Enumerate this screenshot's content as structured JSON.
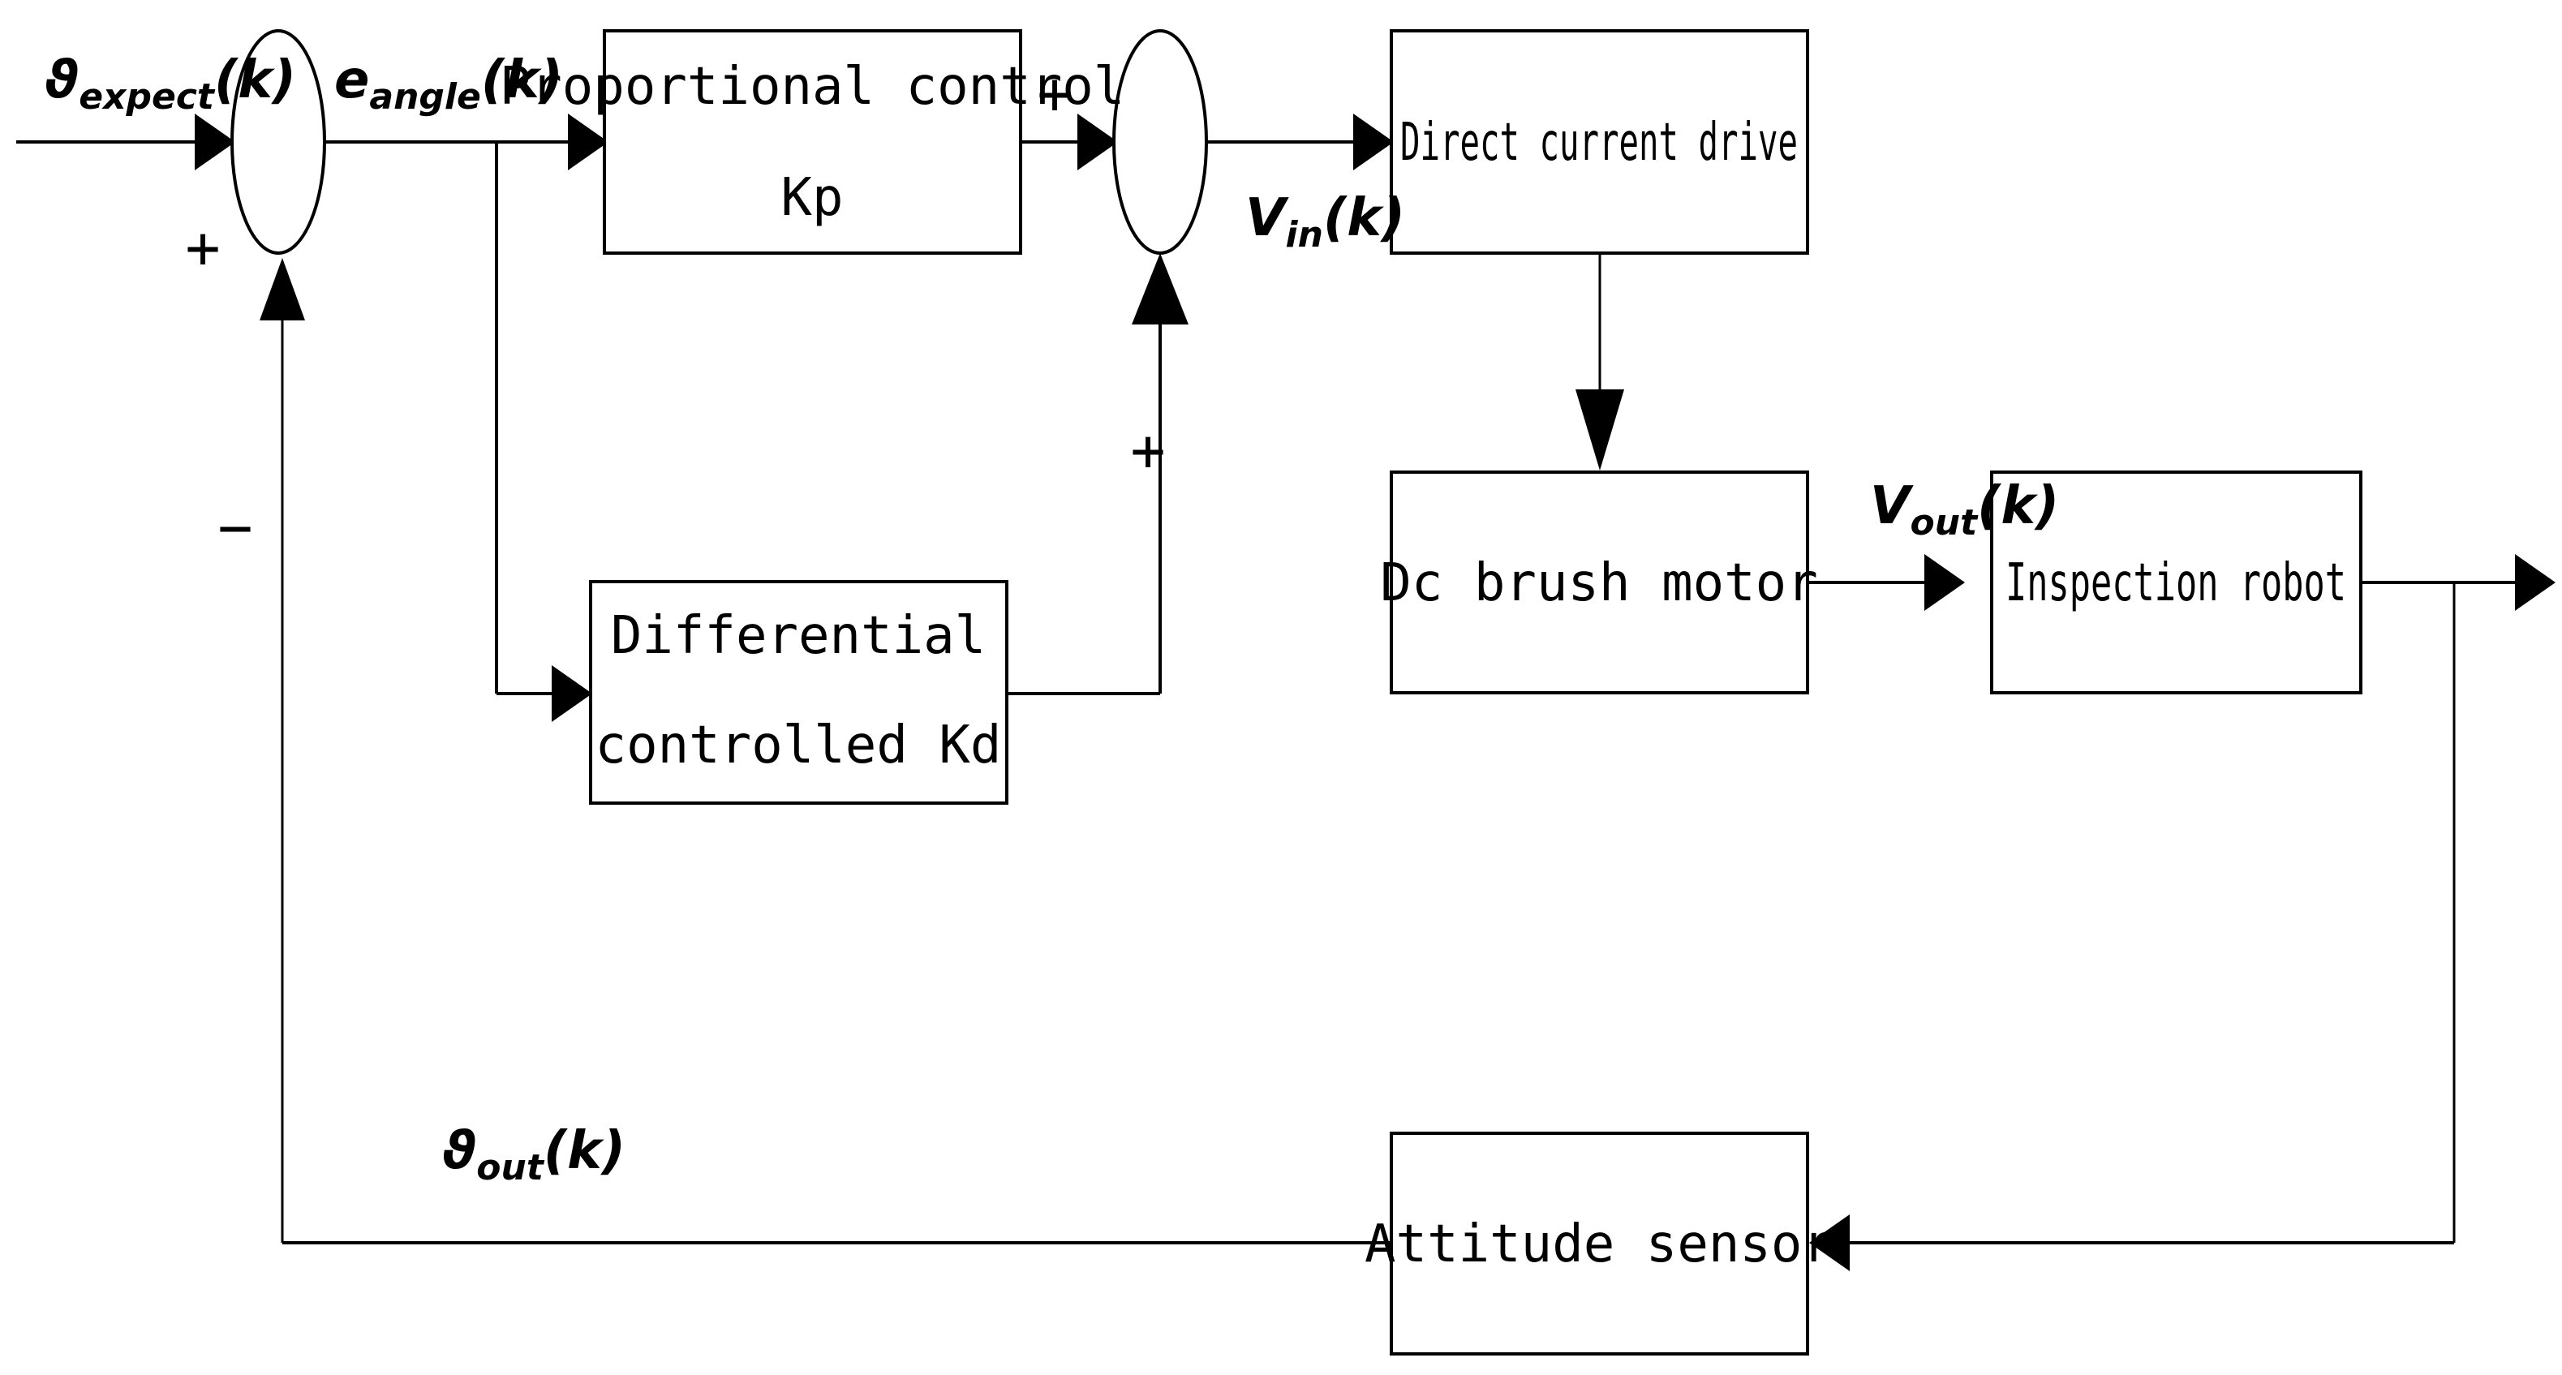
{
  "blocks": {
    "proportional": {
      "line1": "Proportional control",
      "line2": "Kp"
    },
    "differential": {
      "line1": "Differential",
      "line2": "controlled Kd"
    },
    "dc_drive": {
      "label": "Direct current drive"
    },
    "motor": {
      "label": "Dc brush motor"
    },
    "robot": {
      "label": "Inspection robot"
    },
    "sensor": {
      "label": "Attitude sensor"
    }
  },
  "signals": {
    "theta_expect": {
      "symbol": "ϑ",
      "sub": "expect",
      "arg": "(k)"
    },
    "e_angle": {
      "symbol": "e",
      "sub": "angle",
      "arg": "(k)"
    },
    "v_in": {
      "symbol": "V",
      "sub": "in",
      "arg": "(k)"
    },
    "v_out": {
      "symbol": "V",
      "sub": "out",
      "arg": "(k)"
    },
    "theta_out": {
      "symbol": "ϑ",
      "sub": "out",
      "arg": "(k)"
    }
  },
  "signs": {
    "sum1_plus": "+",
    "sum1_minus": "−",
    "sum2_plus_top": "+",
    "sum2_plus_bottom": "+"
  }
}
